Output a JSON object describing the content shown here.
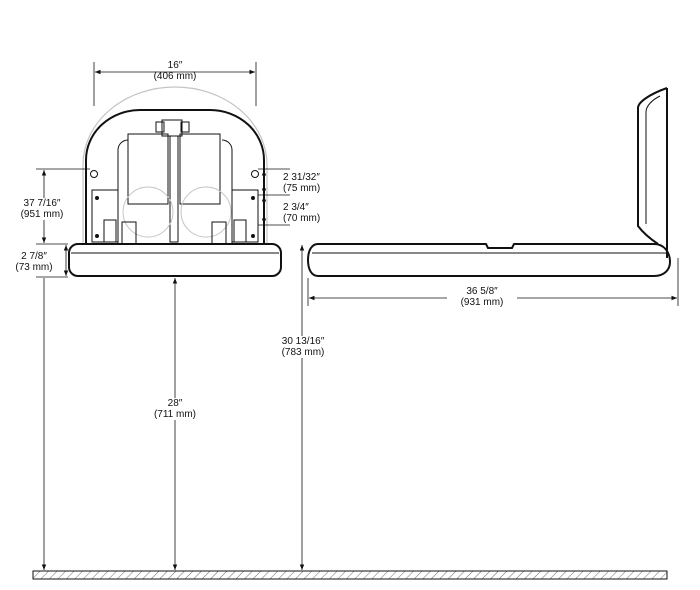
{
  "diagram": {
    "colors": {
      "ink": "#111111",
      "ghost": "#bdbdbd",
      "hatch": "#6b6b6b"
    },
    "dimensions": {
      "width_front": {
        "imperial": "16″",
        "metric": "(406 mm)"
      },
      "height_overall": {
        "imperial": "37 7/16″",
        "metric": "(951 mm)"
      },
      "table_thickness": {
        "imperial": "2 7/8″",
        "metric": "(73 mm)"
      },
      "mount_hole_offset": {
        "imperial": "2 31/32″",
        "metric": "(75 mm)"
      },
      "bracket_offset": {
        "imperial": "2 3/4″",
        "metric": "(70 mm)"
      },
      "table_length": {
        "imperial": "36 5/8″",
        "metric": "(931 mm)"
      },
      "floor_to_top": {
        "imperial": "30 13/16″",
        "metric": "(783 mm)"
      },
      "floor_to_bottom": {
        "imperial": "28″",
        "metric": "(711 mm)"
      }
    }
  }
}
